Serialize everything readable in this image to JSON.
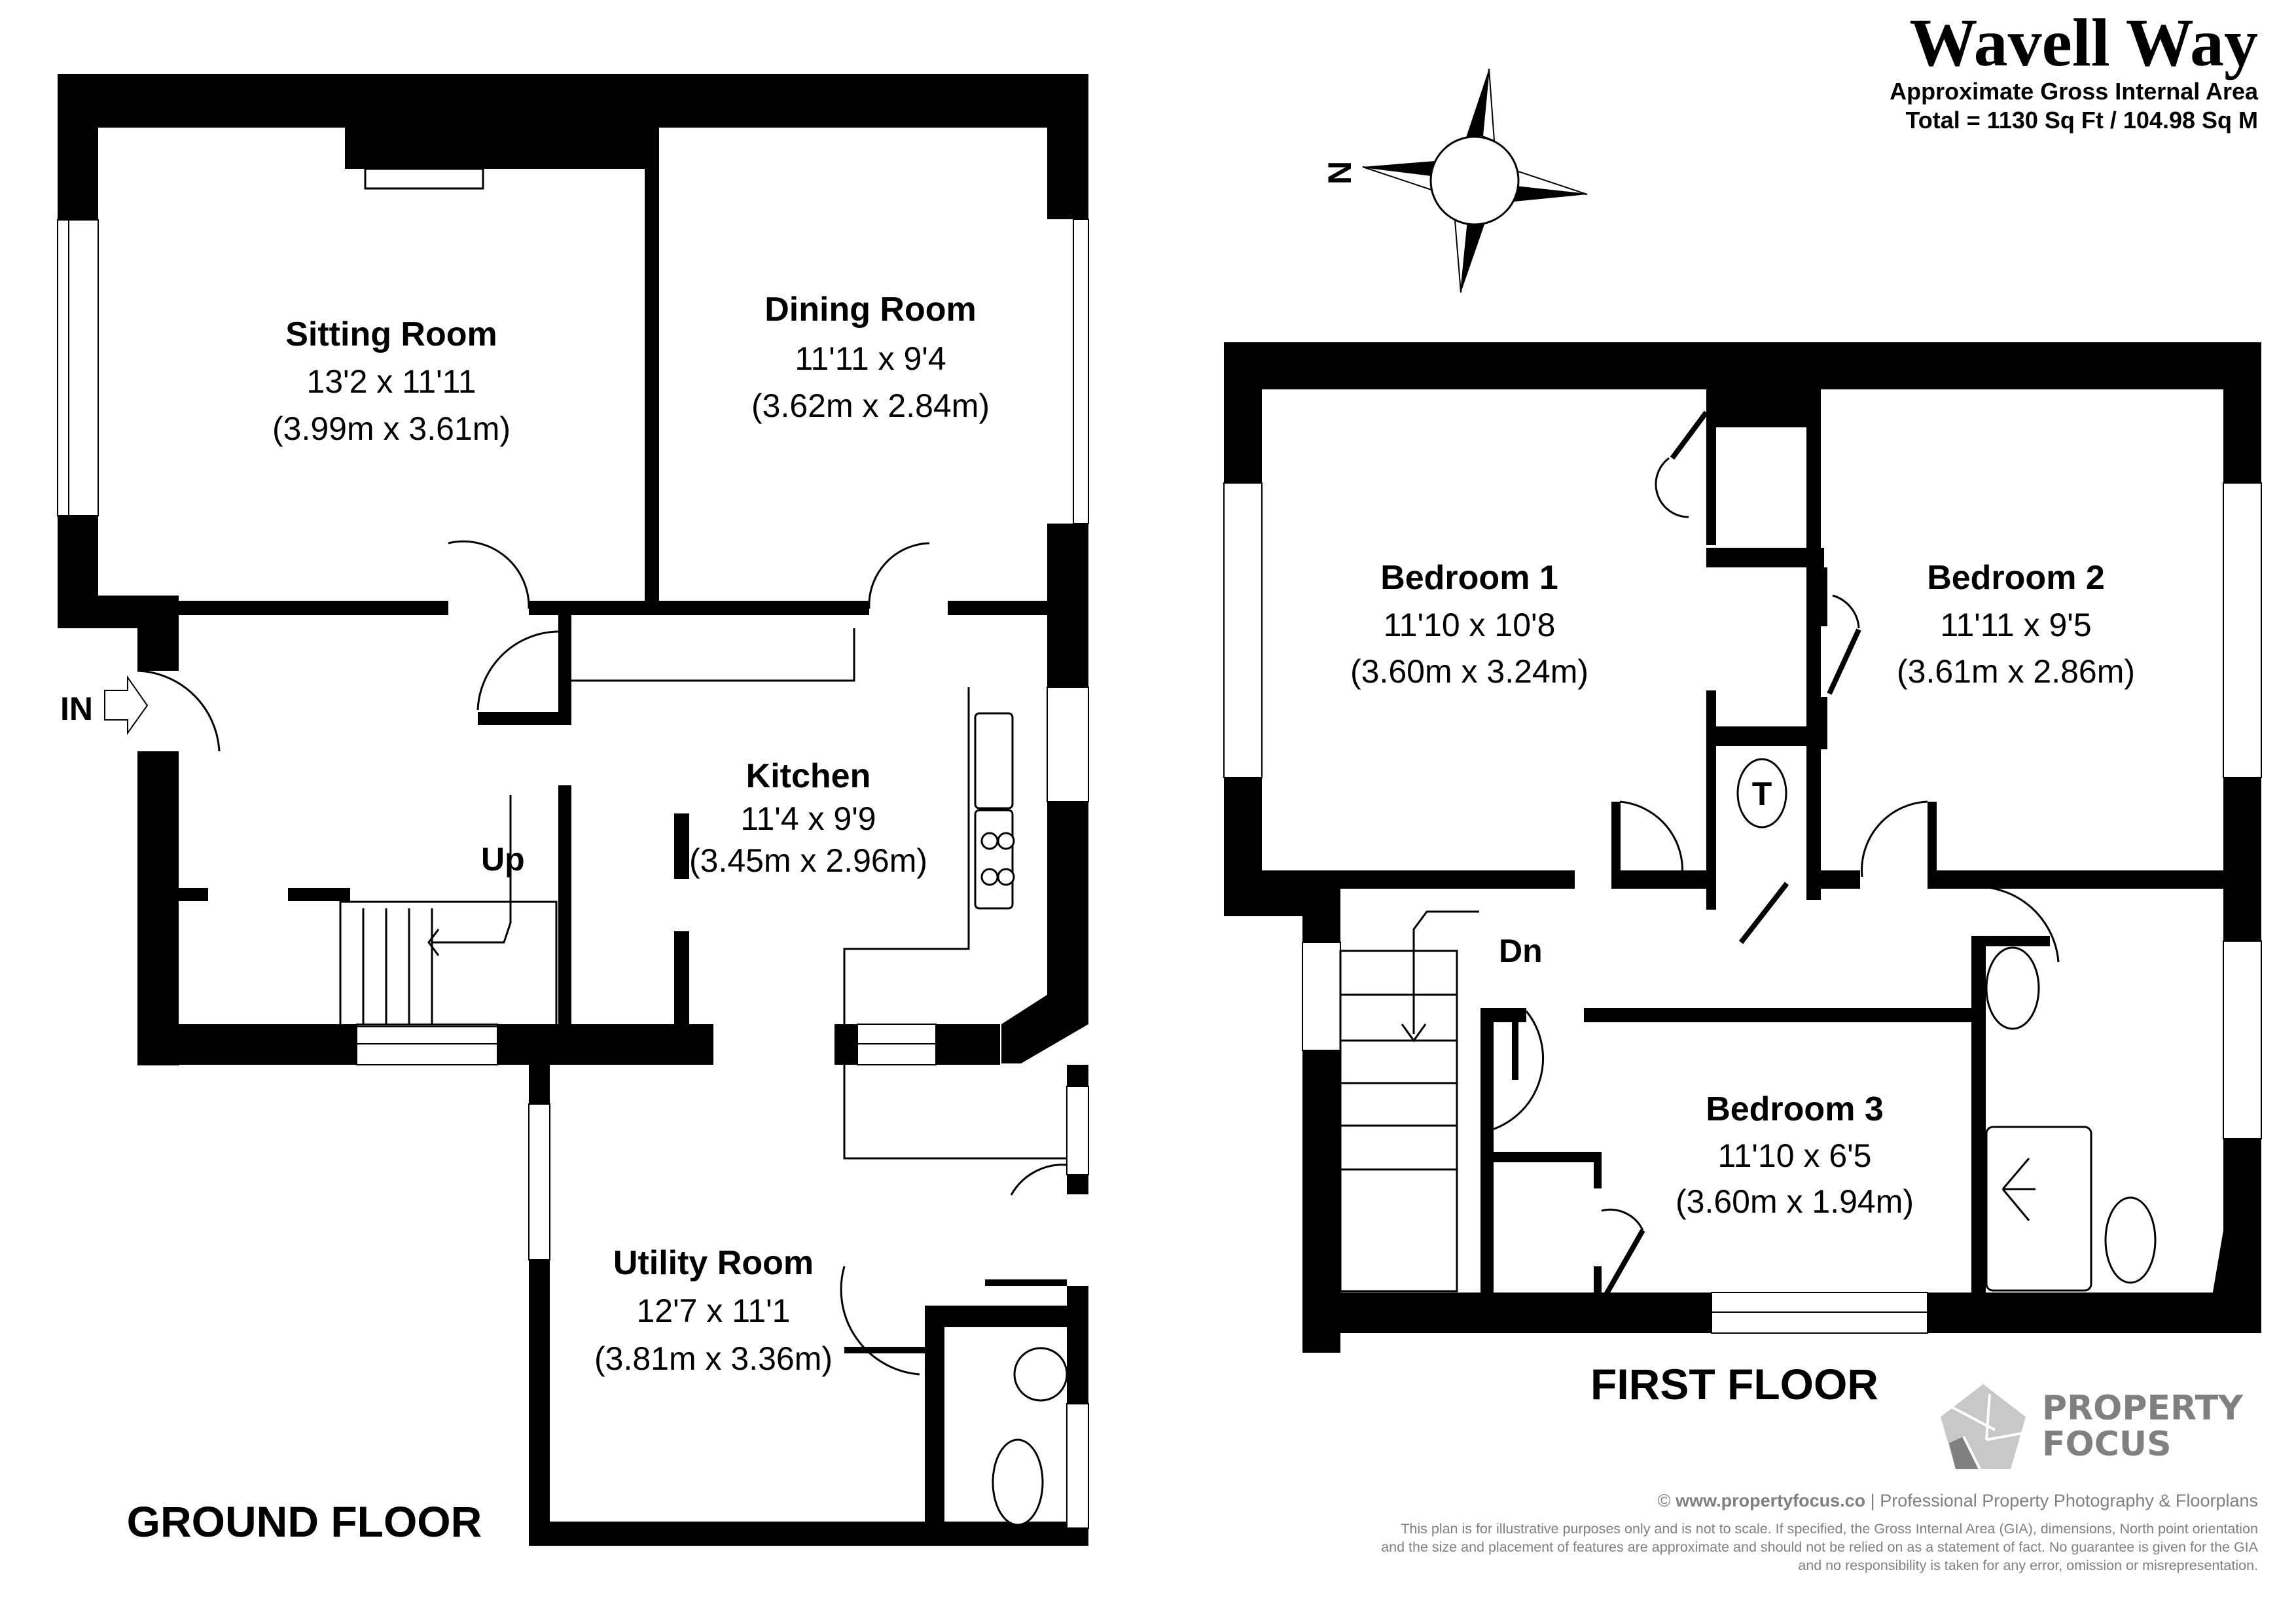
{
  "header": {
    "property_name": "Wavell Way",
    "area_label": "Approximate Gross Internal Area",
    "area_total": "Total = 1130 Sq Ft / 104.98 Sq M"
  },
  "compass": {
    "label": "N"
  },
  "ground_floor": {
    "label": "GROUND FLOOR",
    "entrance_label": "IN",
    "stairs_label": "Up",
    "rooms": [
      {
        "name": "Sitting Room",
        "imperial": "13'2 x 11'11",
        "metric": "(3.99m x 3.61m)"
      },
      {
        "name": "Dining Room",
        "imperial": "11'11 x 9'4",
        "metric": "(3.62m x 2.84m)"
      },
      {
        "name": "Kitchen",
        "imperial": "11'4 x 9'9",
        "metric": "(3.45m x 2.96m)"
      },
      {
        "name": "Utility Room",
        "imperial": "12'7 x 11'1",
        "metric": "(3.81m x 3.36m)"
      }
    ]
  },
  "first_floor": {
    "label": "FIRST FLOOR",
    "stairs_label": "Dn",
    "tank_label": "T",
    "rooms": [
      {
        "name": "Bedroom 1",
        "imperial": "11'10 x 10'8",
        "metric": "(3.60m x 3.24m)"
      },
      {
        "name": "Bedroom 2",
        "imperial": "11'11 x 9'5",
        "metric": "(3.61m x 2.86m)"
      },
      {
        "name": "Bedroom 3",
        "imperial": "11'10 x 6'5",
        "metric": "(3.60m x 1.94m)"
      }
    ]
  },
  "brand": {
    "line1": "PROPERTY",
    "line2": "FOCUS",
    "colors": {
      "dark": "#808080",
      "light": "#c8c8c8"
    }
  },
  "footer": {
    "copyright_symbol": "©",
    "website": "www.propertyfocus.co",
    "separator": "|",
    "tagline": "Professional Property Photography & Floorplans",
    "disclaimer": "This plan is for illustrative purposes only and is not to scale. If specified, the Gross Internal Area (GIA), dimensions, North point orientation and the size and placement of features are approximate and should not be relied on as a statement of fact. No guarantee is given for the GIA and no responsibility is taken for any error, omission or misrepresentation."
  }
}
